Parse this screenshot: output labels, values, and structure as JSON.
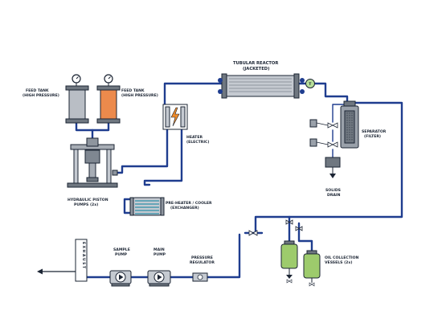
{
  "labels": {
    "feed_tank_1_l1": "FEED TANK",
    "feed_tank_1_l2": "(HIGH PRESSURE)",
    "feed_tank_2_l1": "FEED TANK",
    "feed_tank_2_l2": "(HIGH PRESSURE)",
    "reactor_l1": "TUBULAR REACTOR",
    "reactor_l2": "(JACKETED)",
    "heater_l1": "HEATER",
    "heater_l2": "(ELECTRIC)",
    "separator_l1": "SEPARATOR",
    "separator_l2": "(FILTER)",
    "solids_l1": "SOLIDS",
    "solids_l2": "DRAIN",
    "hyd_pumps_l1": "HYDRAULIC PISTON",
    "hyd_pumps_l2": "PUMPS (2x)",
    "preheater_l1": "PRE-HEATER / COOLER",
    "preheater_l2": "(EXCHANGER)",
    "sample_pump_l1": "SAMPLE",
    "sample_pump_l2": "PUMP",
    "main_pump_l1": "MAIN",
    "main_pump_l2": "PUMP",
    "regulator_l1": "PRESSURE",
    "regulator_l2": "REGULATOR",
    "oil_vessels_l1": "OIL COLLECTION",
    "oil_vessels_l2": "VESSELS (2x)",
    "exhaust": "EXHAUST",
    "thermo": "T"
  },
  "colors": {
    "pipe": "#1f3d8f",
    "tank_gray": "#b9bec5",
    "tank_orange": "#ec8a4c",
    "vessel_green": "#9dcb6c",
    "steel": "#c5cad1"
  },
  "icons": [
    "pressure-gauge-icon",
    "lightning-icon",
    "thermometer-icon",
    "pump-icon",
    "valve-icon",
    "arrow-left-icon"
  ]
}
